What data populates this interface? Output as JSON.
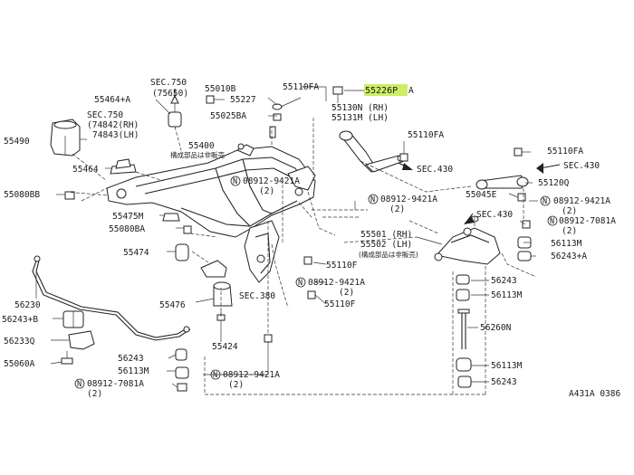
{
  "labels": {
    "p55226p": "55226P",
    "p55226a": "A",
    "p55110fa_top": "55110FA",
    "p55130n": "55130N (RH)",
    "p55131m": "55131M (LH)",
    "p55110fa_mid": "55110FA",
    "p55110fa_right": "55110FA",
    "sec430_a": "SEC.430",
    "sec430_b": "SEC.430",
    "sec430_c": "SEC.430",
    "p55120q": "55120Q",
    "p55045e": "55045E",
    "n08912_9421a_r": "08912-9421A",
    "n08912_9421a_r_qty": "(2)",
    "n08912_7081a_r": "08912-7081A",
    "n08912_7081a_r_qty": "(2)",
    "p56113m_r1": "56113M",
    "p56243a_r": "56243+A",
    "p55010b": "55010B",
    "p55227": "55227",
    "p55025ba": "55025BA",
    "sec750_a": "SEC.750",
    "sec750_a_sub": "(75650)",
    "p55464a": "55464+A",
    "sec750_b": "SEC.750",
    "sec750_b_rh": "(74842(RH)",
    "sec750_b_lh": "74843(LH)",
    "p55490": "55490",
    "p55464": "55464",
    "p55400": "55400",
    "jp_note": "構成部品は非販売",
    "p55080bb": "55080BB",
    "n08912_9421a_c": "08912-9421A",
    "n08912_9421a_c_qty": "(2)",
    "n08912_9421a_m": "08912-9421A",
    "n08912_9421a_m_qty": "(2)",
    "p55475m": "55475M",
    "p55080ba": "55080BA",
    "p55501": "55501 (RH)",
    "p55502": "55502 (LH)",
    "jp_note2": "(構成部品は非販売)",
    "p55474": "55474",
    "p55110f_a": "55110F",
    "n08912_9421a_l": "08912-9421A",
    "n08912_9421a_l_qty": "(2)",
    "p55110f_b": "55110F",
    "sec380": "SEC.380",
    "p55476": "55476",
    "p56243_r": "56243",
    "p56113m_r2": "56113M",
    "p56230": "56230",
    "p56243b": "56243+B",
    "p56233q": "56233Q",
    "p55060a": "55060A",
    "p55424": "55424",
    "p56260n": "56260N",
    "p56243_b": "56243",
    "p56113m_b": "56113M",
    "n08912_7081a_b": "08912-7081A",
    "n08912_7081a_b_qty": "(2)",
    "n08912_9421a_b": "08912-9421A",
    "n08912_9421a_b_qty": "(2)",
    "p56113m_r3": "56113M",
    "p56243_r3": "56243",
    "code": "A431A 0386",
    "n_symbol": "N"
  },
  "colors": {
    "highlight": "#ccee66",
    "ink": "#222222"
  }
}
